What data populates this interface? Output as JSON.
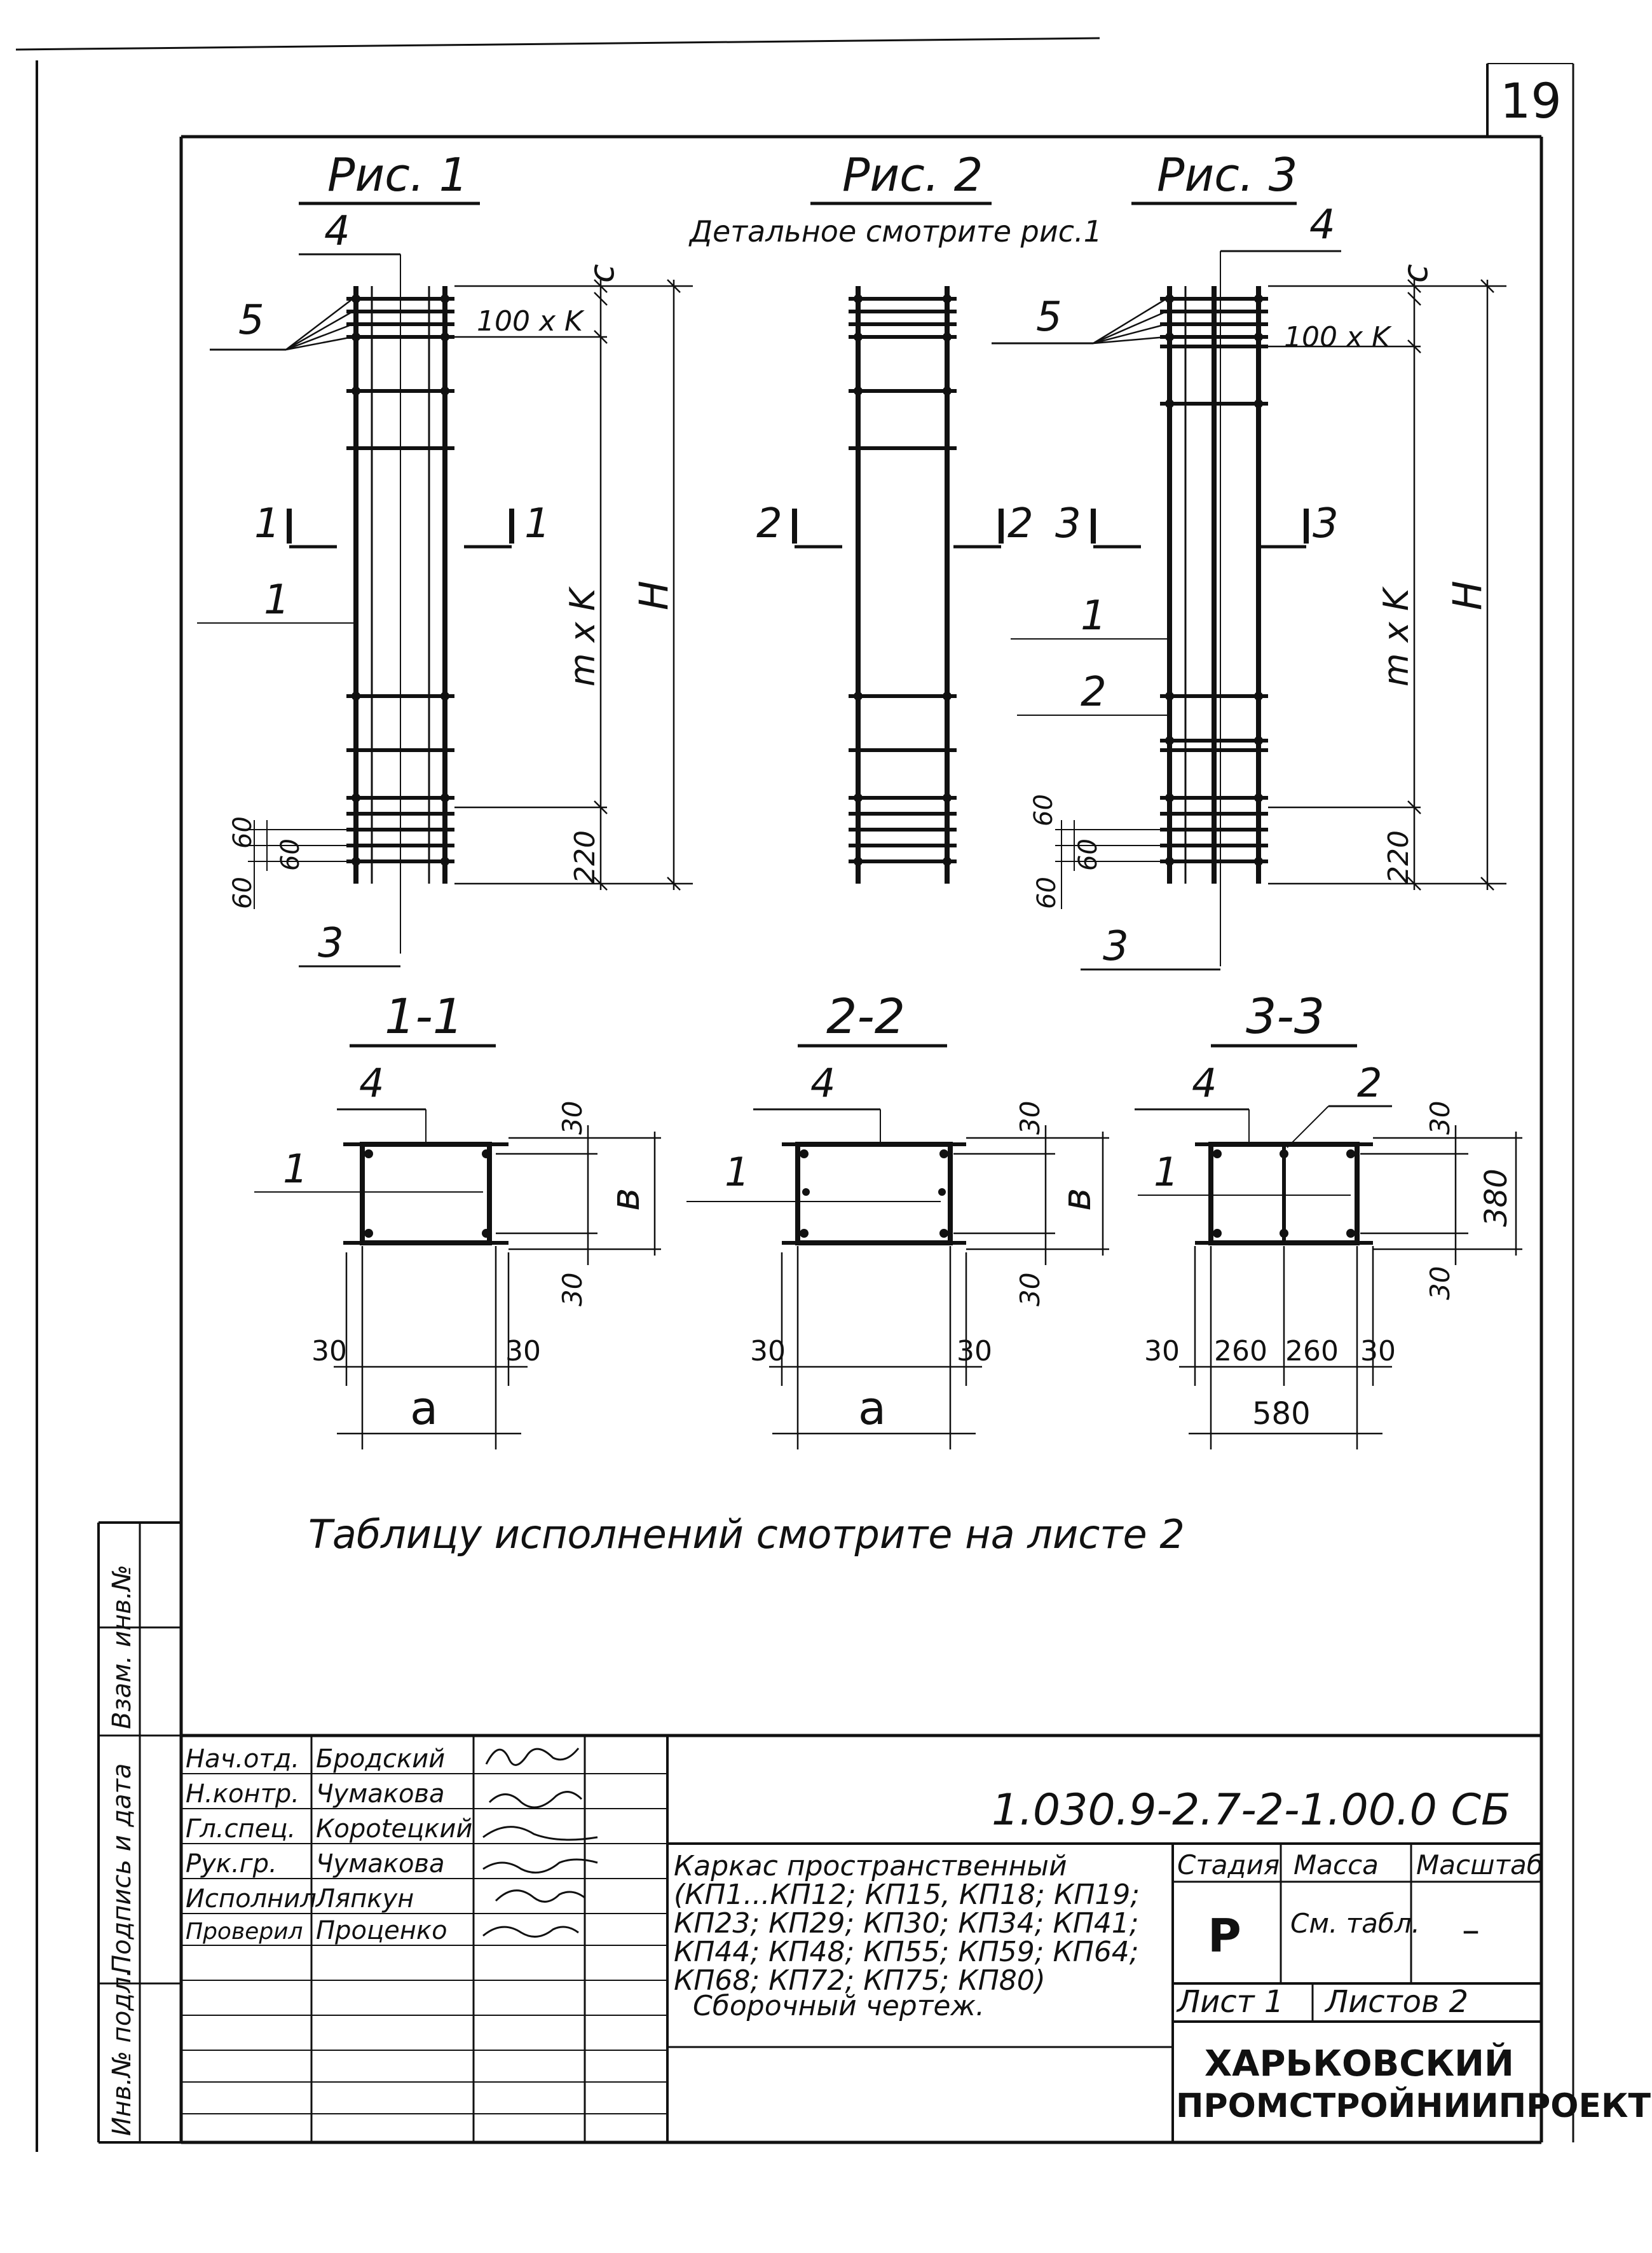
{
  "sheet_number": "19",
  "figures": {
    "fig1": {
      "title": "Рис. 1",
      "callouts": {
        "pos4": "4",
        "pos5": "5",
        "pos1": "1",
        "pos3": "3"
      },
      "dims": {
        "c": "c",
        "step": "100 x K",
        "mk": "m x K",
        "H": "H",
        "d220": "220",
        "d60a": "60",
        "d60b": "60",
        "d60c": "60"
      },
      "section_left": "1",
      "section_right": "1"
    },
    "fig2": {
      "title": "Рис. 2",
      "note": "Детальное смотрите рис.1",
      "section_left": "2",
      "section_right": "2"
    },
    "fig3": {
      "title": "Рис. 3",
      "callouts": {
        "pos4": "4",
        "pos5": "5",
        "pos1": "1",
        "pos2": "2",
        "pos3": "3"
      },
      "dims": {
        "c": "c",
        "step": "100 x K",
        "mk": "m x K",
        "H": "H",
        "d220": "220",
        "d60a": "60",
        "d60b": "60",
        "d60c": "60"
      },
      "section_left": "3",
      "section_right": "3"
    }
  },
  "sections": {
    "s11": {
      "title": "1-1",
      "pos4": "4",
      "pos1": "1",
      "top": "30",
      "mid": "в",
      "bottom": "30",
      "left": "30",
      "right": "30",
      "width": "a"
    },
    "s22": {
      "title": "2-2",
      "pos4": "4",
      "pos1": "1",
      "top": "30",
      "mid": "в",
      "bottom": "30",
      "left": "30",
      "right": "30",
      "width": "a"
    },
    "s33": {
      "title": "3-3",
      "pos4": "4",
      "pos2": "2",
      "pos1": "1",
      "top": "30",
      "mid": "380",
      "bottom": "30",
      "d1": "30",
      "d2": "260",
      "d3": "260",
      "d4": "30",
      "width": "580"
    }
  },
  "table_note": "Таблицу исполнений смотрите на листе 2",
  "side_stamp": {
    "inv_vzam": "Взам. инв.№",
    "sign_date": "Подпись и дата",
    "inv_podl": "Инв.№ подл."
  },
  "title_block": {
    "roles": [
      {
        "role": "Нач.отд.",
        "name": "Бродский"
      },
      {
        "role": "Н.контр.",
        "name": "Чумакова"
      },
      {
        "role": "Гл.спец.",
        "name": "Короtецкий"
      },
      {
        "role": "Рук.гр.",
        "name": "Чумакова"
      },
      {
        "role": "Исполнил",
        "name": "Ляпкун"
      },
      {
        "role": "Проверил",
        "name": "Проценко"
      }
    ],
    "designation": "1.030.9-2.7-2-1.00.0 СБ",
    "product_name": [
      "Каркас пространственный",
      "(КП1...КП12; КП15, КП18; КП19;",
      "КП23; КП29; КП30; КП34; КП41;",
      "КП44; КП48; КП55; КП59; КП64;",
      "КП68; КП72; КП75; КП80)",
      "Сборочный чертеж."
    ],
    "stage_label": "Стадия",
    "mass_label": "Масса",
    "scale_label": "Масштаб",
    "stage_value": "Р",
    "mass_value": "См. табл.",
    "scale_value": "–",
    "sheet_label": "Лист 1",
    "sheets_label": "Листов 2",
    "org_line1": "ХАРЬКОВСКИЙ",
    "org_line2": "ПРОМСТРОЙНИИПРОЕКТ"
  }
}
